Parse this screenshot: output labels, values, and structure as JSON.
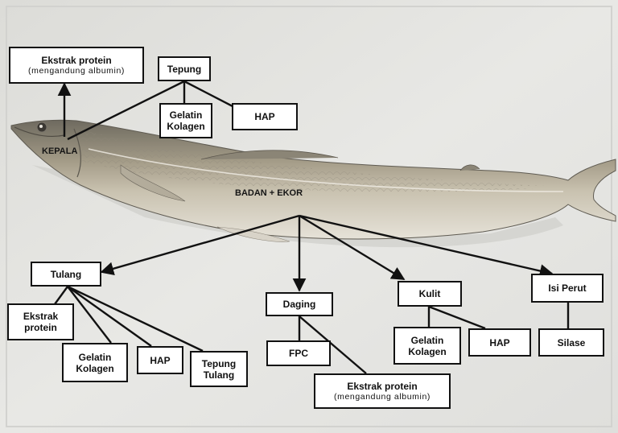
{
  "colors": {
    "background": "#e7e7e4",
    "box_fill": "#ffffff",
    "stroke": "#111111"
  },
  "labels": {
    "head": "KEPALA",
    "body": "BADAN + EKOR"
  },
  "nodes": {
    "kepala_ekstrak": {
      "line1": "Ekstrak protein",
      "line2": "(mengandung albumin)"
    },
    "kepala_tepung": {
      "label": "Tepung"
    },
    "kepala_gelatin": {
      "line1": "Gelatin",
      "line2": "Kolagen"
    },
    "kepala_hap": {
      "label": "HAP"
    },
    "tulang": {
      "label": "Tulang"
    },
    "tulang_ekstrak": {
      "line1": "Ekstrak",
      "line2": "protein"
    },
    "tulang_gelatin": {
      "line1": "Gelatin",
      "line2": "Kolagen"
    },
    "tulang_hap": {
      "label": "HAP"
    },
    "tulang_tepung": {
      "line1": "Tepung",
      "line2": "Tulang"
    },
    "daging": {
      "label": "Daging"
    },
    "daging_fpc": {
      "label": "FPC"
    },
    "daging_ekstrak": {
      "line1": "Ekstrak protein",
      "line2": "(mengandung albumin)"
    },
    "kulit": {
      "label": "Kulit"
    },
    "kulit_gelatin": {
      "line1": "Gelatin",
      "line2": "Kolagen"
    },
    "kulit_hap": {
      "label": "HAP"
    },
    "isi_perut": {
      "label": "Isi Perut"
    },
    "isi_perut_silase": {
      "label": "Silase"
    }
  }
}
